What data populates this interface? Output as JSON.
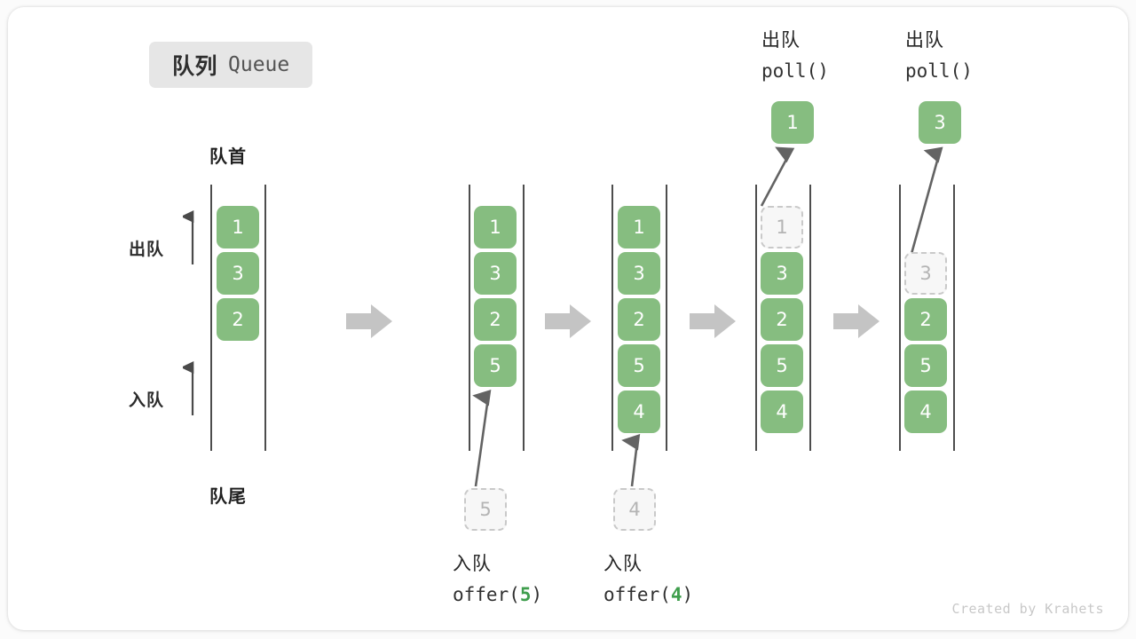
{
  "title": {
    "cn": "队列",
    "en": "Queue"
  },
  "labels": {
    "head": "队首",
    "tail": "队尾",
    "dequeue_side": "出队",
    "enqueue_side": "入队"
  },
  "colors": {
    "cell_fill": "#86bd80",
    "cell_text": "#ffffff",
    "ghost_fill": "#f7f7f7",
    "ghost_border": "#c9c9c9",
    "ghost_text": "#b4b4b4",
    "rail": "#4d4d4d",
    "block_arrow": "#c4c4c4",
    "motion_arrow": "#636363",
    "badge_bg": "#e6e6e6",
    "arg_green": "#3f9e4d",
    "credit": "#c8c8c8"
  },
  "stages": [
    {
      "id": "initial",
      "cells": [
        "1",
        "3",
        "2"
      ],
      "ghost_index": null,
      "ghost_value": null,
      "op_cn": "",
      "op_code": "",
      "op_arg": "",
      "result_value": null
    },
    {
      "id": "offer-5",
      "cells": [
        "1",
        "3",
        "2",
        "5"
      ],
      "ghost_index": null,
      "ghost_value": "5",
      "op_cn": "入队",
      "op_code_prefix": "offer(",
      "op_arg": "5",
      "op_code_suffix": ")",
      "result_value": null
    },
    {
      "id": "offer-4",
      "cells": [
        "1",
        "3",
        "2",
        "5",
        "4"
      ],
      "ghost_index": null,
      "ghost_value": "4",
      "op_cn": "入队",
      "op_code_prefix": "offer(",
      "op_arg": "4",
      "op_code_suffix": ")",
      "result_value": null
    },
    {
      "id": "poll-1",
      "cells": [
        "3",
        "2",
        "5",
        "4"
      ],
      "ghost_index": 0,
      "ghost_value": "1",
      "op_cn": "出队",
      "op_code_prefix": "poll(",
      "op_arg": "",
      "op_code_suffix": ")",
      "result_value": "1"
    },
    {
      "id": "poll-3",
      "cells": [
        "2",
        "5",
        "4"
      ],
      "ghost_index": 1,
      "ghost_value": "3",
      "op_cn": "出队",
      "op_code_prefix": "poll(",
      "op_arg": "",
      "op_code_suffix": ")",
      "result_value": "3"
    }
  ],
  "credit": "Created by Krahets"
}
